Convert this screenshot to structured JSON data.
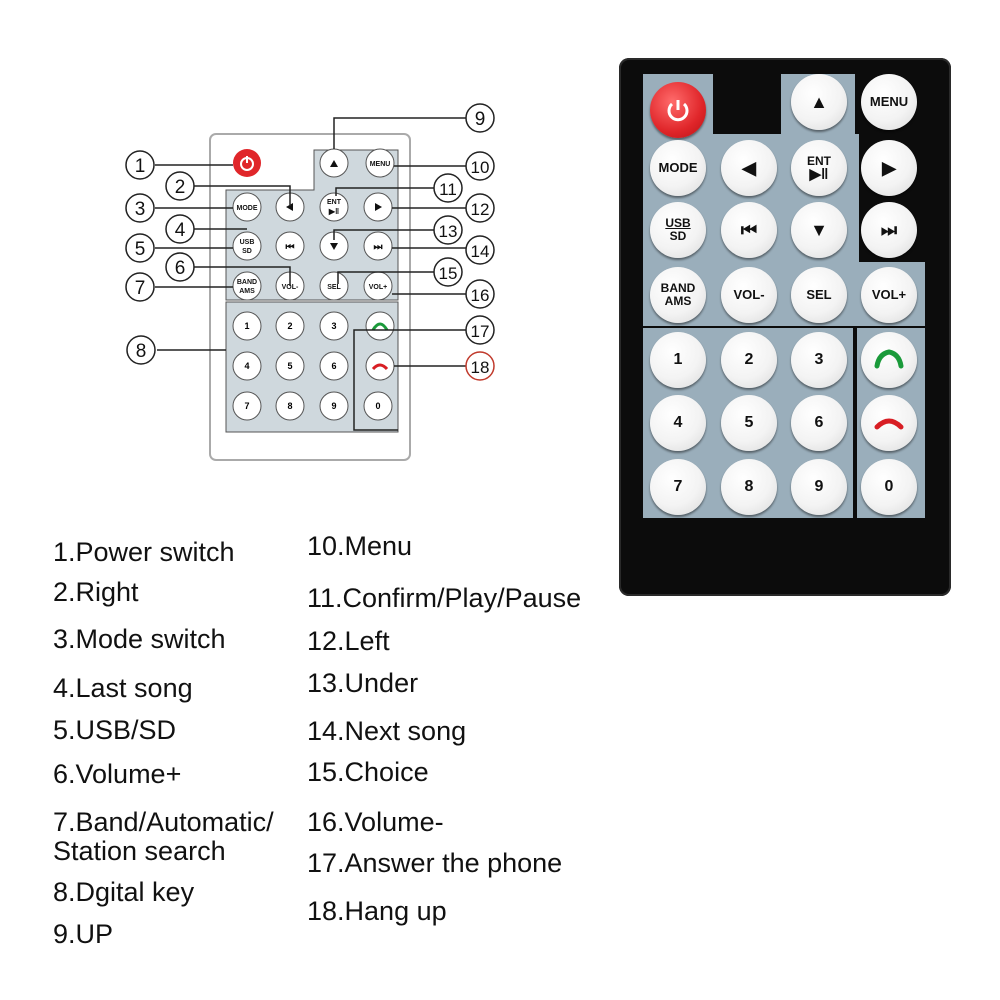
{
  "callouts": [
    "1",
    "2",
    "3",
    "4",
    "5",
    "6",
    "7",
    "8",
    "9",
    "10",
    "11",
    "12",
    "13",
    "14",
    "15",
    "16",
    "17",
    "18"
  ],
  "legend": {
    "left": [
      "1.Power switch",
      "2.Right",
      "3.Mode switch",
      "4.Last song",
      "5.USB/SD",
      "6.Volume+",
      "7.Band/Automatic/",
      "Station search",
      "8.Dgital key",
      "9.UP"
    ],
    "right": [
      "10.Menu",
      "11.Confirm/Play/Pause",
      "12.Left",
      "13.Under",
      "14.Next song",
      "15.Choice",
      "16.Volume-",
      "17.Answer the phone",
      "18.Hang up"
    ]
  },
  "remote": {
    "menu": "MENU",
    "mode": "MODE",
    "ent_top": "ENT",
    "ent_bottom": "▶‖",
    "usb": "USB",
    "sd": "SD",
    "prev": "⏮",
    "next": "⏭",
    "band": "BAND",
    "ams": "AMS",
    "vol_minus": "VOL-",
    "sel": "SEL",
    "vol_plus": "VOL+",
    "up": "▲",
    "down": "▼",
    "left": "◀",
    "right": "▶",
    "digits": [
      "1",
      "2",
      "3",
      "4",
      "5",
      "6",
      "7",
      "8",
      "9",
      "0"
    ]
  },
  "schematic": {
    "menu": "MENU",
    "mode": "MODE",
    "ent": "ENT",
    "usb": "USB",
    "sd": "SD",
    "band": "BAND",
    "ams": "AMS",
    "vol_minus": "VOL-",
    "sel": "SEL",
    "vol_plus": "VOL+",
    "digits": [
      "1",
      "2",
      "3",
      "4",
      "5",
      "6",
      "7",
      "8",
      "9",
      "0"
    ]
  },
  "colors": {
    "power_red": "#e0262a",
    "keypad_blue": "#9aaebb",
    "answer_green": "#1a9a3a",
    "hangup_red": "#d81e24",
    "callout_18": "#c0392b"
  },
  "icons": [
    "power-icon",
    "phone-answer-icon",
    "phone-hangup-icon",
    "arrow-up-icon",
    "arrow-down-icon",
    "arrow-left-icon",
    "arrow-right-icon",
    "prev-track-icon",
    "next-track-icon",
    "play-pause-icon"
  ]
}
